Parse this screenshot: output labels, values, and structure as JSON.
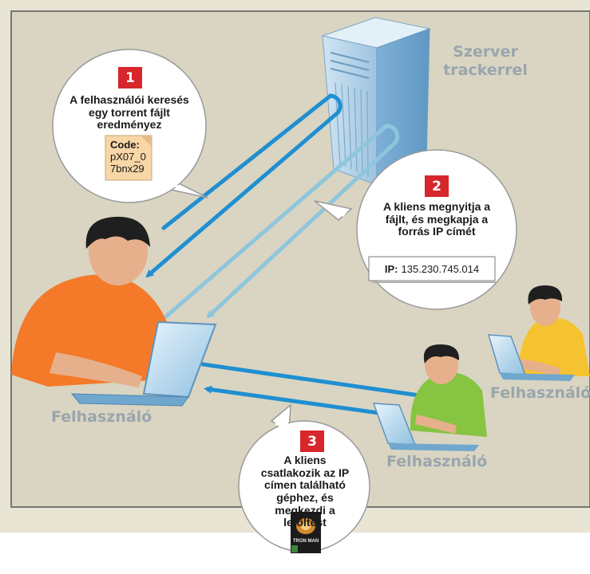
{
  "labels": {
    "server": "Szerver trackerrel",
    "user_main": "Felhasználó",
    "user_middle": "Felhasználó",
    "user_right": "Felhasználó"
  },
  "step1": {
    "number": "1",
    "text": "A felhasználói keresés egy torrent fájlt eredményez",
    "code_label": "Code:",
    "code_line1": "pX07_0",
    "code_line2": "7bnx29"
  },
  "step2": {
    "number": "2",
    "text": "A kliens megnyitja a fájlt, és megkapja a forrás IP címét",
    "ip_label": "IP:",
    "ip_value": "135.230.745.014"
  },
  "step3": {
    "number": "3",
    "text": "A kliens csatlakozik az IP címen található géphez, és megkezdi a letöltést",
    "cover_text": "TRON MAN"
  },
  "colors": {
    "background": "#d9d5c2",
    "arrow_blue": "#1f8fd1",
    "arrow_light": "#8ec6dc",
    "badge_red": "#d7262c",
    "shirt_orange": "#f47a2a",
    "shirt_green": "#86c441",
    "shirt_yellow": "#f6c330"
  }
}
